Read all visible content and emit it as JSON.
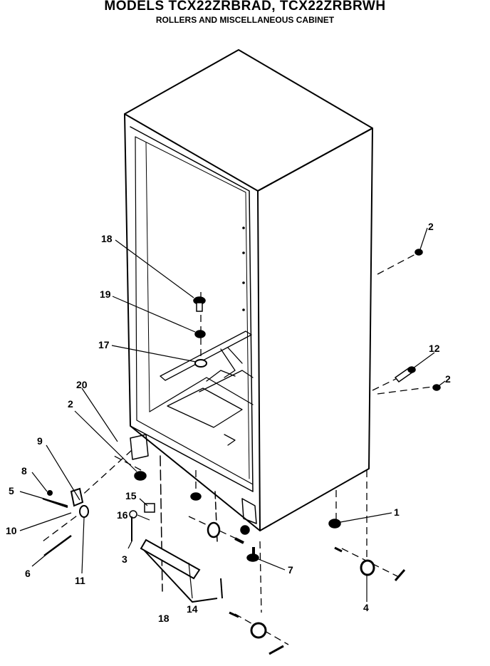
{
  "header": {
    "title": "MODELS TCX22ZRBRAD, TCX22ZRBRWH",
    "subtitle": "ROLLERS AND MISCELLANEOUS CABINET"
  },
  "labels": {
    "l1": "1",
    "l2a": "2",
    "l2b": "2",
    "l2c": "2",
    "l3": "3",
    "l4": "4",
    "l5": "5",
    "l6": "6",
    "l7": "7",
    "l8": "8",
    "l9": "9",
    "l10": "10",
    "l11": "11",
    "l12": "12",
    "l14": "14",
    "l15": "15",
    "l16": "16",
    "l17": "17",
    "l18a": "18",
    "l18b": "18",
    "l19": "19",
    "l20": "20"
  }
}
